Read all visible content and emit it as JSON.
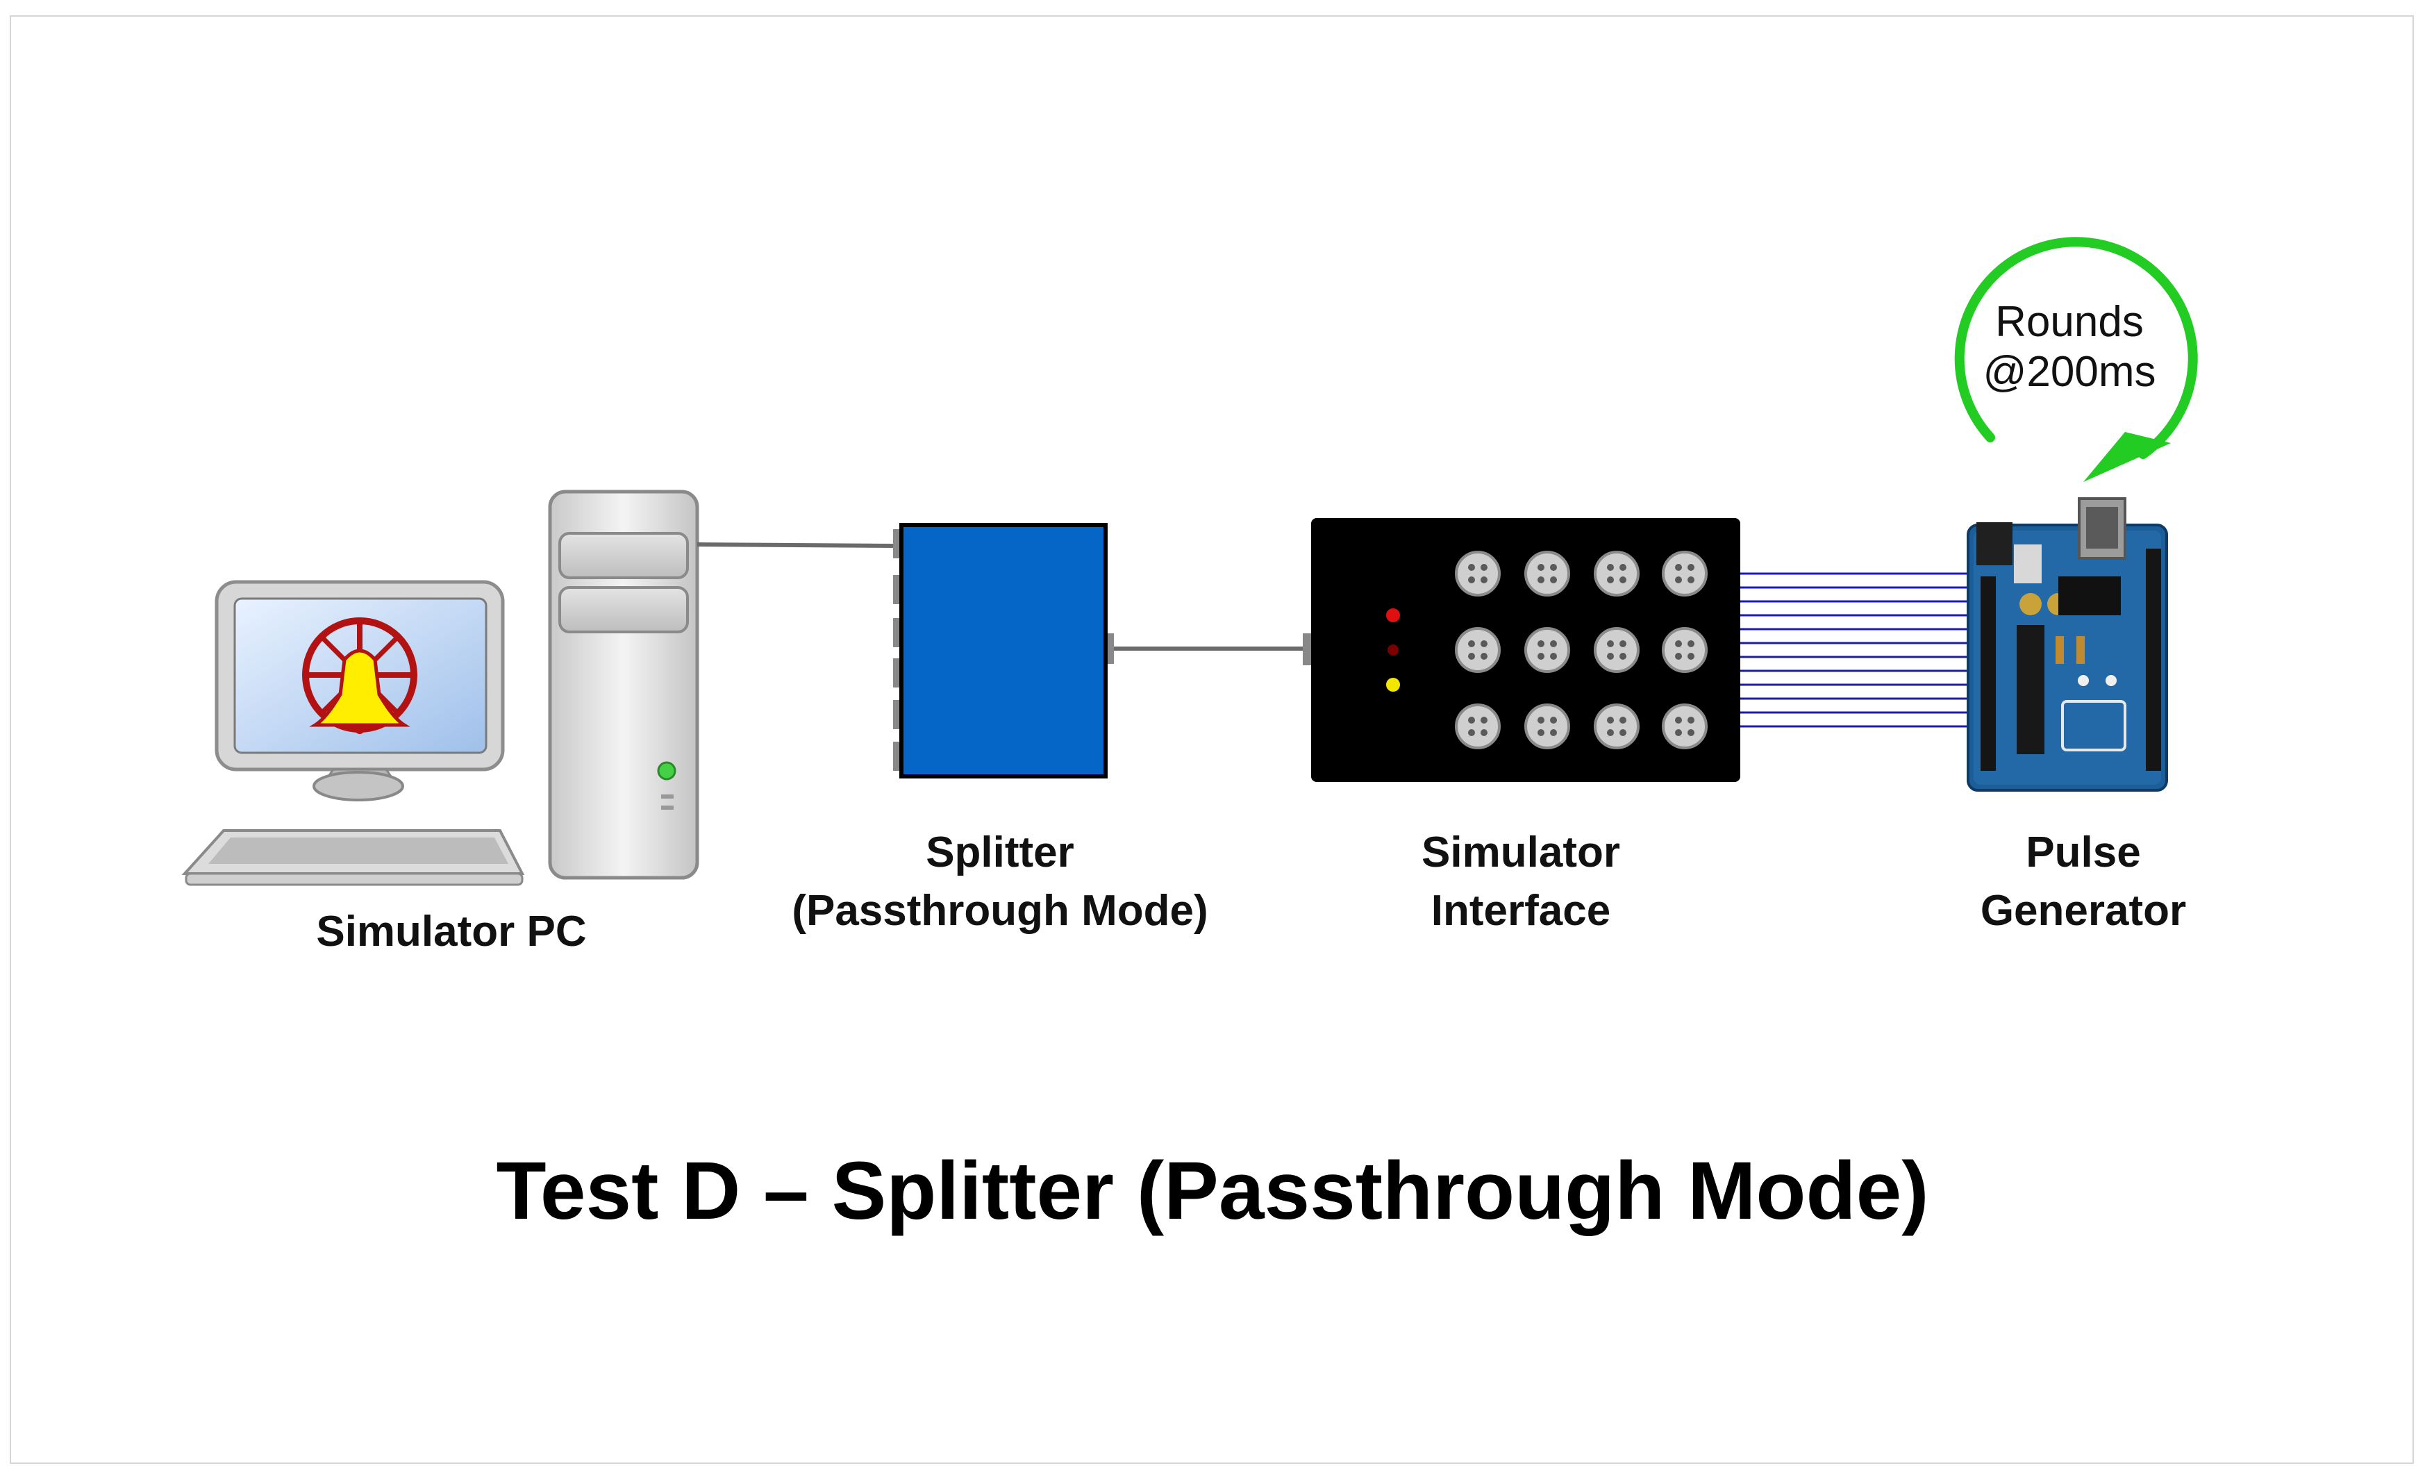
{
  "nodes": {
    "simulator_pc": {
      "label": "Simulator PC"
    },
    "splitter": {
      "line1": "Splitter",
      "line2": "(Passthrough Mode)"
    },
    "simulator_interface": {
      "line1": "Simulator",
      "line2": "Interface"
    },
    "pulse_generator": {
      "line1": "Pulse",
      "line2": "Generator"
    }
  },
  "loop": {
    "line1": "Rounds",
    "line2": "@200ms"
  },
  "title": "Test D – Splitter (Passthrough Mode)",
  "colors": {
    "splitter_blue": "#0566c8",
    "loop_green": "#22cc22",
    "wire_blue": "#1a1ab4",
    "interface_black": "#000000"
  }
}
